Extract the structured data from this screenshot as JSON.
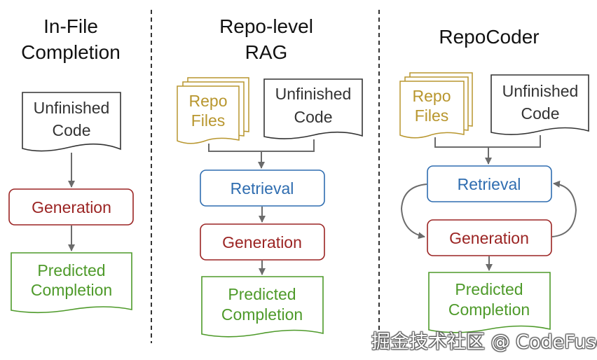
{
  "colors": {
    "black": "#333333",
    "gold": "#b8962e",
    "blue": "#2f6db0",
    "red": "#9b2423",
    "green": "#4e9a2a",
    "arrow": "#6b6b6b",
    "divider": "#333333"
  },
  "panels": [
    {
      "title_lines": [
        "In-File",
        "Completion"
      ],
      "unfinished_code": [
        "Unfinished",
        "Code"
      ],
      "generation": "Generation",
      "predicted": [
        "Predicted",
        "Completion"
      ]
    },
    {
      "title_lines": [
        "Repo-level",
        "RAG"
      ],
      "repo_files": [
        "Repo",
        "Files"
      ],
      "unfinished_code": [
        "Unfinished",
        "Code"
      ],
      "retrieval": "Retrieval",
      "generation": "Generation",
      "predicted": [
        "Predicted",
        "Completion"
      ]
    },
    {
      "title_lines": [
        "RepoCoder"
      ],
      "repo_files": [
        "Repo",
        "Files"
      ],
      "unfinished_code": [
        "Unfinished",
        "Code"
      ],
      "retrieval": "Retrieval",
      "generation": "Generation",
      "predicted": [
        "Predicted",
        "Completion"
      ]
    }
  ],
  "watermark": "掘金技术社区 @ CodeFuse"
}
